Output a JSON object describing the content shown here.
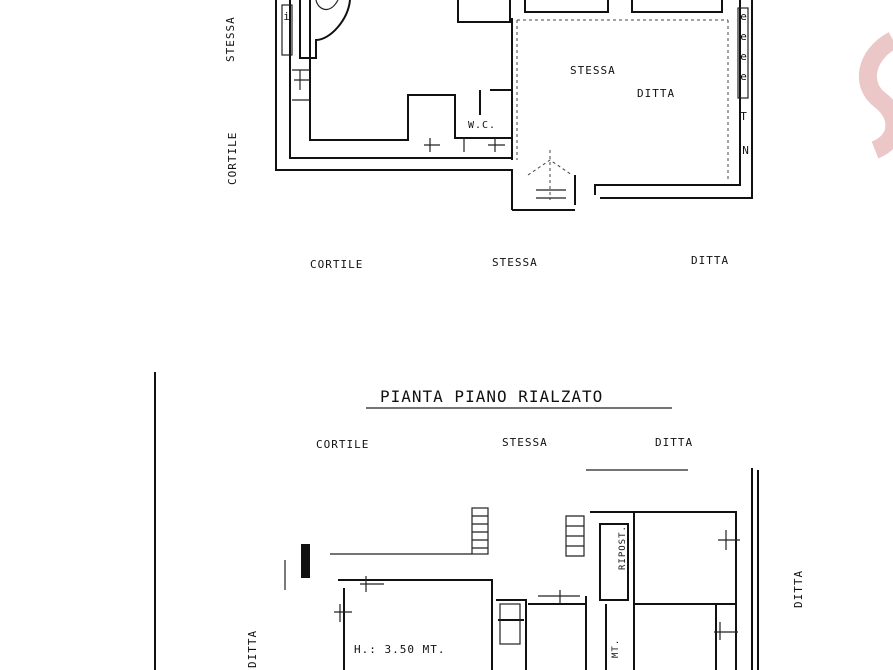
{
  "upper_plan": {
    "labels": {
      "left_side_top": "STESSA",
      "left_side_bottom": "CORTILE",
      "room_main_1": "STESSA",
      "room_main_2": "DITTA",
      "wc": "W.C.",
      "bottom_left": "CORTILE",
      "bottom_center": "STESSA",
      "bottom_right": "DITTA"
    }
  },
  "lower_plan": {
    "title": "PIANTA PIANO RIALZATO",
    "labels": {
      "top_left": "CORTILE",
      "top_center": "STESSA",
      "top_right": "DITTA",
      "right_side": "DITTA",
      "left_side": "DITTA",
      "height_note": "H.: 3.50 MT.",
      "closet": "RIPOST."
    }
  },
  "colors": {
    "ink": "#111111",
    "watermark": "#e8c6c6"
  }
}
